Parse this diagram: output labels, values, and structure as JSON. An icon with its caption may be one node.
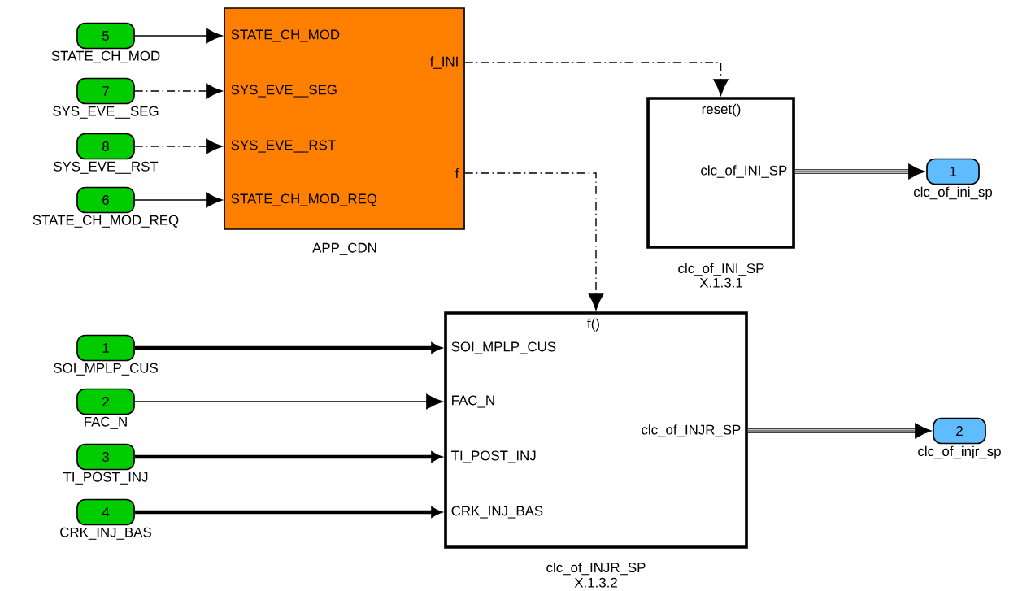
{
  "diagram": {
    "nodes": [
      {
        "text": [
          "5"
        ],
        "beside": [
          "STATE_CH_MOD"
        ]
      },
      {
        "text": [
          "STATE_CH_MOD",
          "SYS_EVE__SEG",
          "SYS_EVE__RST",
          "STATE_CH_MOD_REQ",
          "f_INI",
          "f"
        ],
        "beside": [
          "APP_CDN"
        ]
      },
      {
        "text": [
          "7"
        ],
        "beside": [
          "SYS_EVE__SEG"
        ]
      },
      {
        "text": [
          "8"
        ],
        "beside": [
          "SYS_EVE__RST"
        ]
      },
      {
        "text": [
          "6"
        ],
        "beside": [
          "STATE_CH_MOD_REQ"
        ]
      },
      {
        "text": [
          "reset()",
          "clc_of_INI_SP"
        ],
        "beside": [
          "clc_of_INI_SP",
          "X.1.3.1"
        ]
      },
      {
        "text": [
          "1"
        ],
        "beside": [
          "clc_of_ini_sp"
        ]
      },
      {
        "text": [
          "1"
        ],
        "beside": [
          "SOI_MPLP_CUS"
        ]
      },
      {
        "text": [
          "f()",
          "SOI_MPLP_CUS",
          "FAC_N",
          "TI_POST_INJ",
          "CRK_INJ_BAS",
          "clc_of_INJR_SP"
        ],
        "beside": [
          "clc_of_INJR_SP",
          "X.1.3.2"
        ]
      },
      {
        "text": [
          "2"
        ],
        "beside": [
          "FAC_N"
        ]
      },
      {
        "text": [
          "3"
        ],
        "beside": [
          "TI_POST_INJ"
        ]
      },
      {
        "text": [
          "4"
        ],
        "beside": [
          "CRK_INJ_BAS"
        ]
      },
      {
        "text": [
          "2"
        ],
        "beside": [
          "clc_of_injr_sp"
        ]
      }
    ],
    "edges": [
      {
        "from": 0,
        "to": 1,
        "arrow": "to"
      },
      {
        "from": 2,
        "to": 1,
        "arrow": "to",
        "style": "dashed"
      },
      {
        "from": 3,
        "to": 1,
        "arrow": "to",
        "style": "dashed"
      },
      {
        "from": 4,
        "to": 1,
        "arrow": "to"
      },
      {
        "from": 1,
        "to": 5,
        "arrow": "to",
        "style": "dashed"
      },
      {
        "from": 1,
        "to": 8,
        "arrow": "to",
        "style": "dashed"
      },
      {
        "from": 5,
        "to": 6,
        "arrow": "to",
        "style": "thick"
      },
      {
        "from": 7,
        "to": 8,
        "arrow": "to",
        "style": "thick"
      },
      {
        "from": 9,
        "to": 8,
        "arrow": "to"
      },
      {
        "from": 10,
        "to": 8,
        "arrow": "to",
        "style": "thick"
      },
      {
        "from": 11,
        "to": 8,
        "arrow": "to",
        "style": "thick"
      },
      {
        "from": 8,
        "to": 12,
        "arrow": "to",
        "style": "thick"
      }
    ]
  }
}
